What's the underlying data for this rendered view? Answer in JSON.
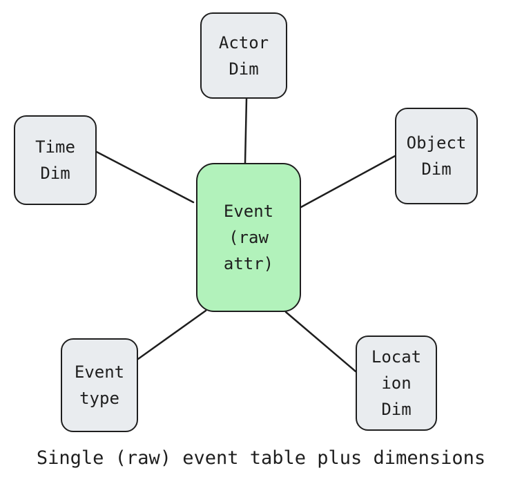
{
  "diagram": {
    "center": {
      "label": "Event\n(raw\nattr)",
      "fill": "#b2f2bb"
    },
    "dimensions": [
      {
        "id": "actor",
        "label": "Actor\nDim"
      },
      {
        "id": "time",
        "label": "Time\nDim"
      },
      {
        "id": "object",
        "label": "Object\nDim"
      },
      {
        "id": "event_type",
        "label": "Event\ntype"
      },
      {
        "id": "location",
        "label": "Locat\nion\nDim"
      }
    ],
    "dimension_fill": "#e9ecef",
    "stroke_color": "#1e1e1e",
    "caption": "Single (raw) event table plus dimensions"
  }
}
